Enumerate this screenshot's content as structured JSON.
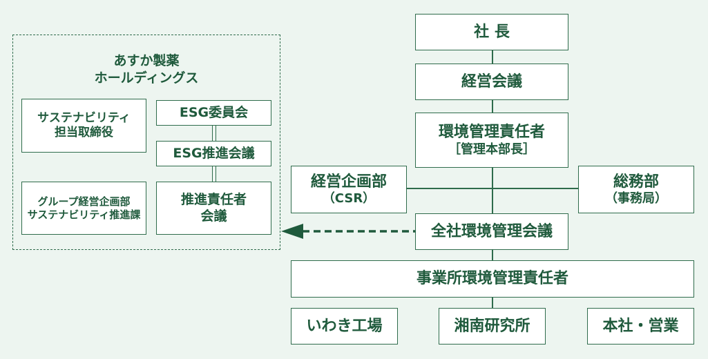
{
  "holdings": {
    "title_line1": "あすか製薬",
    "title_line2": "ホールディングス",
    "sustainability_director_line1": "サステナビリティ",
    "sustainability_director_line2": "担当取締役",
    "esg_committee": "ESG委員会",
    "esg_promotion_meeting": "ESG推進会議",
    "promotion_officer_meeting_line1": "推進責任者",
    "promotion_officer_meeting_line2": "会議",
    "group_planning_line1": "グループ経営企画部",
    "group_planning_line2": "サステナビリティ推進課"
  },
  "main": {
    "president": "社 長",
    "management_meeting": "経営会議",
    "env_manager_line1": "環境管理責任者",
    "env_manager_line2": "［管理本部長］",
    "corporate_planning_line1": "経営企画部",
    "corporate_planning_line2": "（CSR）",
    "general_affairs_line1": "総務部",
    "general_affairs_line2": "（事務局）",
    "company_env_meeting": "全社環境管理会議",
    "site_env_manager": "事業所環境管理責任者",
    "site_iwaki": "いわき工場",
    "site_shonan": "湘南研究所",
    "site_head_office": "本社・営業"
  },
  "colors": {
    "background": "#edf5f0",
    "line": "#2e6b4b",
    "text": "#1f5a3c"
  }
}
